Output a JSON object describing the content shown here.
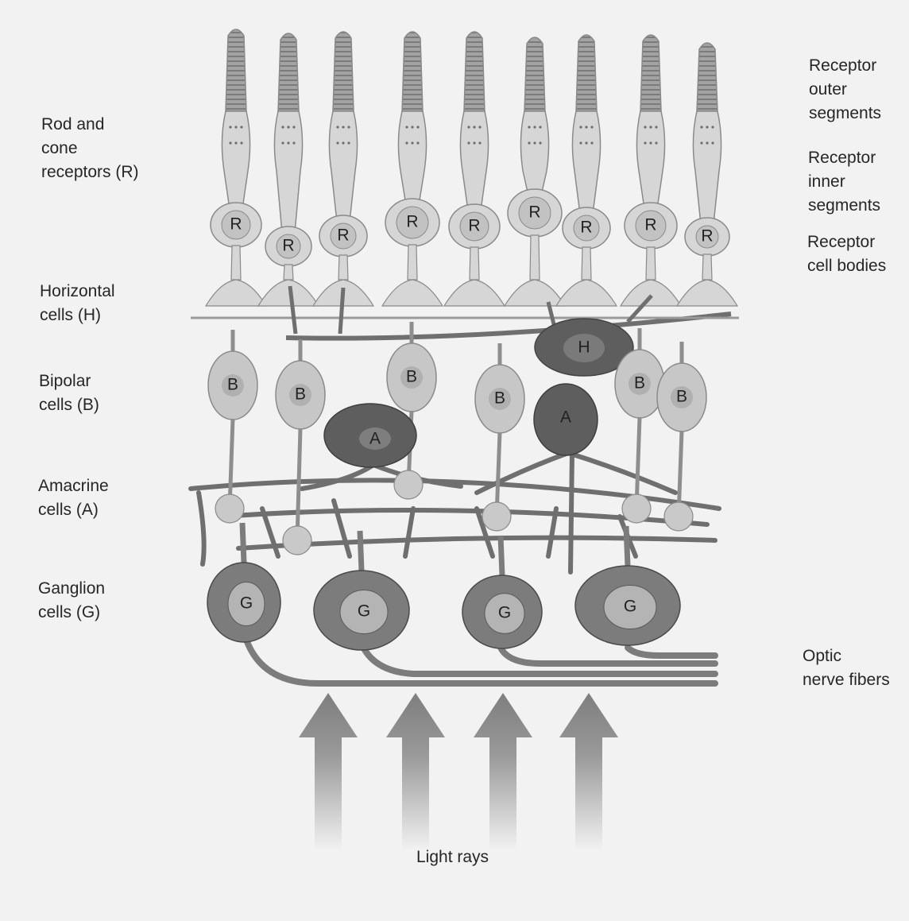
{
  "labels": {
    "rods_cones": "Rod and\ncone\nreceptors (R)",
    "horizontal": "Horizontal\ncells (H)",
    "bipolar": "Bipolar\ncells (B)",
    "amacrine": "Amacrine\ncells (A)",
    "ganglion": "Ganglion\ncells (G)",
    "outer_segments": "Receptor\nouter\nsegments",
    "inner_segments": "Receptor\ninner\nsegments",
    "cell_bodies": "Receptor\ncell bodies",
    "optic_nerve": "Optic\nnerve fibers",
    "light_rays": "Light rays"
  },
  "cell_letters": {
    "receptor": "R",
    "horizontal": "H",
    "bipolar": "B",
    "amacrine": "A",
    "ganglion": "G"
  },
  "colors": {
    "background": "#f2f2f2",
    "receptor": "#d6d6d6",
    "receptor_outline": "#8a8a8a",
    "outer_segment": "#9b9b9b",
    "bipolar": "#c7c7c7",
    "network": "#6f6f6f",
    "amacrine": "#5e5e5e",
    "ganglion": "#7c7c7c",
    "ganglion_nucleus": "#b4b4b4",
    "arrow": "#8c8c8c",
    "synapse": "#c9c9c9"
  }
}
